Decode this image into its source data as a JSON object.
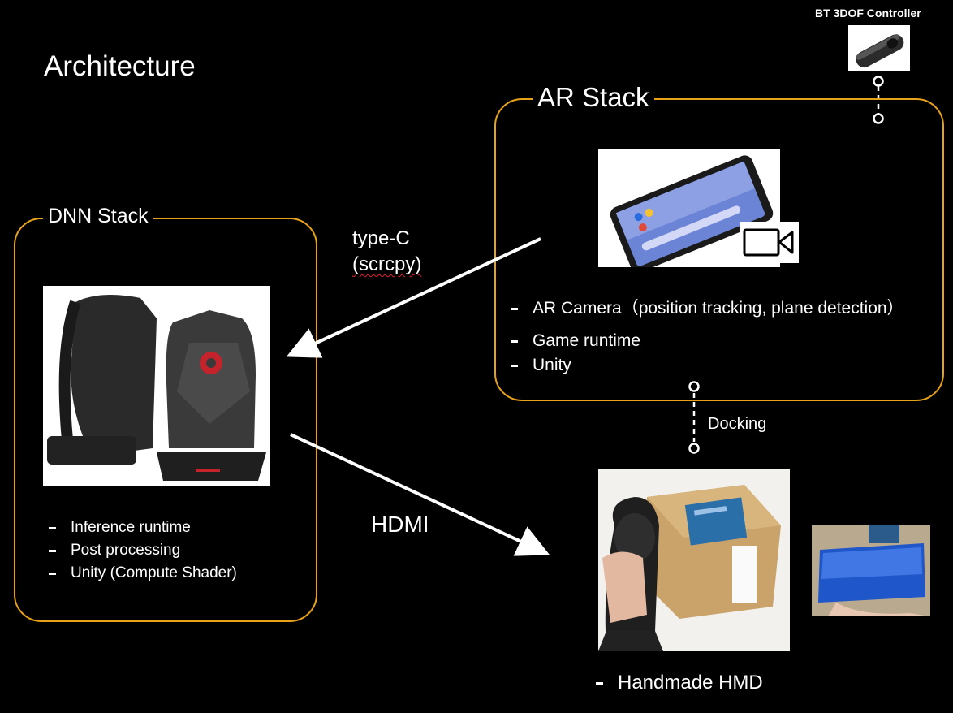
{
  "slide": {
    "title": "Architecture"
  },
  "controller": {
    "label": "BT 3DOF Controller"
  },
  "ar_stack": {
    "label": "AR Stack",
    "items": [
      "AR Camera（position tracking, plane detection）",
      "Game runtime",
      "Unity"
    ]
  },
  "dnn_stack": {
    "label": "DNN Stack",
    "items": [
      "Inference runtime",
      "Post processing",
      "Unity (Compute Shader)"
    ]
  },
  "connections": {
    "typec_line1": "type-C",
    "typec_line2": "(scrcpy)",
    "hdmi": "HDMI",
    "docking": "Docking"
  },
  "hmd": {
    "items": [
      "Handmade HMD"
    ]
  },
  "colors": {
    "box_border": "#e8a21a",
    "background": "#000000",
    "text": "#ffffff"
  }
}
